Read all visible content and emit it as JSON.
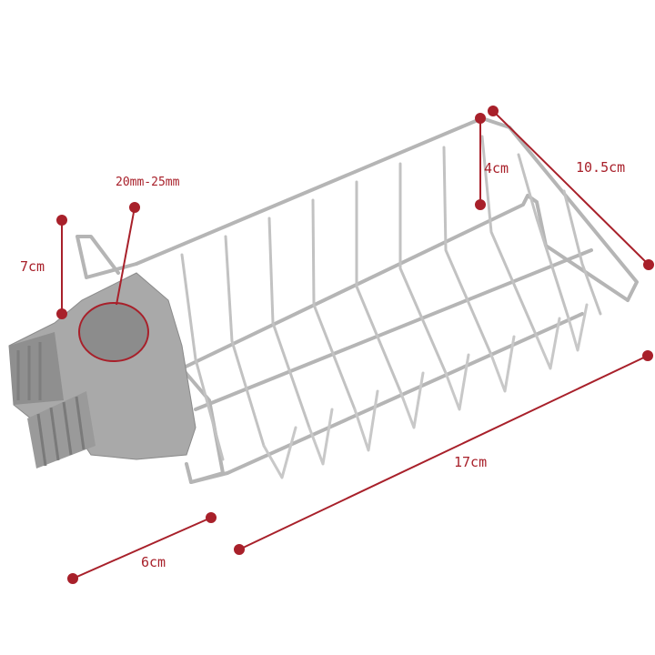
{
  "product": {
    "name": "Faucet sink caddy wire basket with clamp",
    "colors": {
      "wire": "#b9b9b9",
      "wire_dark": "#8e8e8e",
      "clamp": "#a9a9a9",
      "clamp_dark": "#7e7e7e",
      "annotation": "#a8202a"
    }
  },
  "dimensions": {
    "clamp_diameter": "20mm-25mm",
    "clamp_height": "7cm",
    "basket_depth": "4cm",
    "basket_width": "10.5cm",
    "basket_length": "17cm",
    "clamp_length": "6cm"
  }
}
